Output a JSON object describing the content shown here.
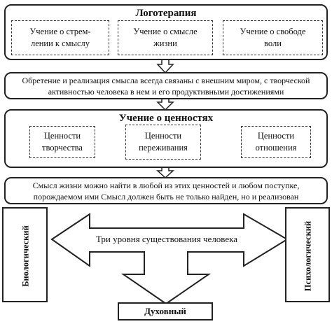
{
  "logotherapy": {
    "title": "Логотерапия",
    "items": [
      "Учение о стрем-\nлении к смыслу",
      "Учение о смысле\nжизни",
      "Учение о свободе\nволи"
    ]
  },
  "statement1": "Обретение и реализация смысла всегда связаны с внешним миром, с творческой активностью человека в нем и его продуктивными достижениями",
  "values": {
    "title": "Учение о ценностях",
    "items": [
      "Ценности\nтворчества",
      "Ценности\nпереживания",
      "Ценности\nотношения"
    ]
  },
  "statement2": "Смысл жизни можно найти в любой из этих ценностей и любом поступке, порождаемом ими  Смысл должен быть не только найден, но и реализован",
  "levels": {
    "label": "Три уровня существования человека",
    "left": "Биологический",
    "right": "Психологический",
    "bottom": "Духовный"
  }
}
